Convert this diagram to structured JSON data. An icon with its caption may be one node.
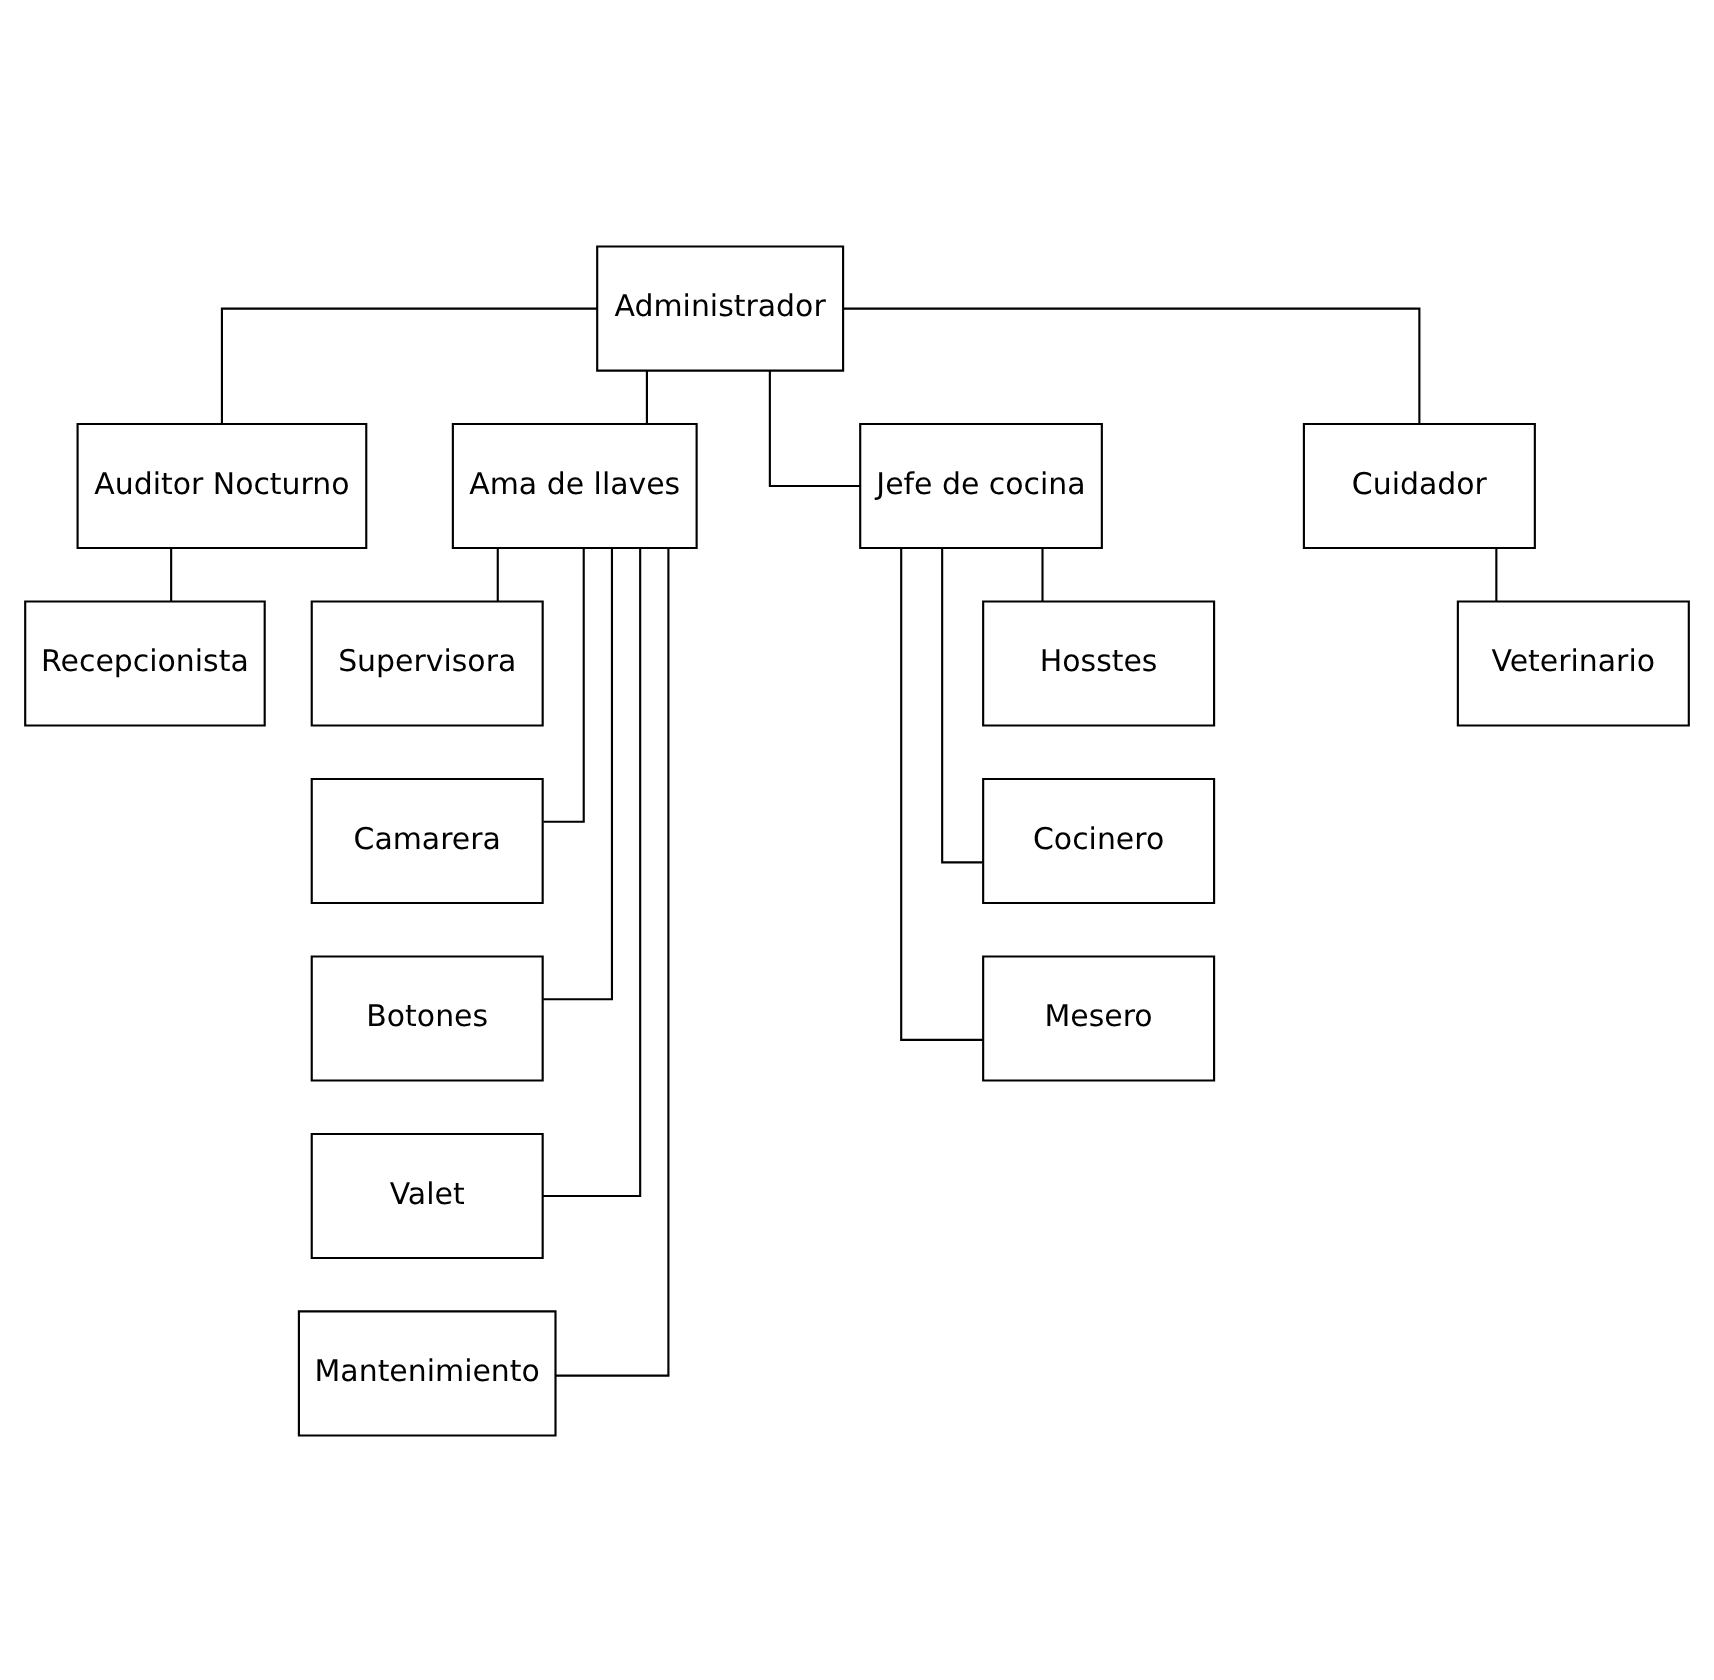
{
  "diagram": {
    "nodes": [
      {
        "text": [
          "Administrador"
        ]
      },
      {
        "text": [
          "Auditor Nocturno"
        ]
      },
      {
        "text": [
          "Ama de llaves"
        ]
      },
      {
        "text": [
          "Jefe de cocina"
        ]
      },
      {
        "text": [
          "Cuidador"
        ]
      },
      {
        "text": [
          "Recepcionista"
        ]
      },
      {
        "text": [
          "Supervisora"
        ]
      },
      {
        "text": [
          "Camarera"
        ]
      },
      {
        "text": [
          "Botones"
        ]
      },
      {
        "text": [
          "Valet"
        ]
      },
      {
        "text": [
          "Mantenimiento"
        ]
      },
      {
        "text": [
          "Hosstes"
        ]
      },
      {
        "text": [
          "Cocinero"
        ]
      },
      {
        "text": [
          "Mesero"
        ]
      },
      {
        "text": [
          "Veterinario"
        ]
      }
    ],
    "edges": [
      {
        "from": 0,
        "to": 1,
        "arrow": "none"
      },
      {
        "from": 0,
        "to": 2,
        "arrow": "none"
      },
      {
        "from": 0,
        "to": 3,
        "arrow": "none"
      },
      {
        "from": 0,
        "to": 4,
        "arrow": "none"
      },
      {
        "from": 1,
        "to": 5,
        "arrow": "none"
      },
      {
        "from": 2,
        "to": 6,
        "arrow": "none"
      },
      {
        "from": 2,
        "to": 7,
        "arrow": "none"
      },
      {
        "from": 2,
        "to": 8,
        "arrow": "none"
      },
      {
        "from": 2,
        "to": 9,
        "arrow": "none"
      },
      {
        "from": 2,
        "to": 10,
        "arrow": "none"
      },
      {
        "from": 3,
        "to": 11,
        "arrow": "none"
      },
      {
        "from": 3,
        "to": 12,
        "arrow": "none"
      },
      {
        "from": 3,
        "to": 13,
        "arrow": "none"
      },
      {
        "from": 4,
        "to": 14,
        "arrow": "none"
      }
    ]
  }
}
